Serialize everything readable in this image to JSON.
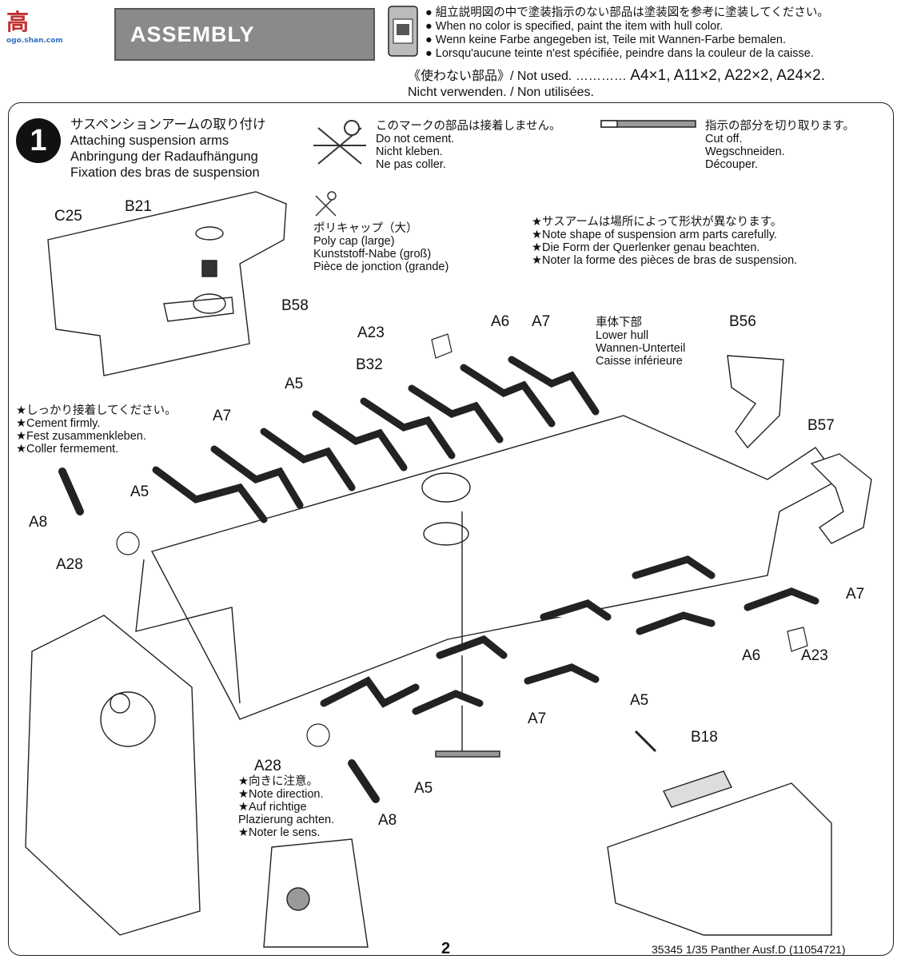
{
  "header": {
    "logo_text": "高",
    "logo_sub": "ogo.shan.com",
    "section_title": "ASSEMBLY",
    "paint_notes": [
      "組立説明図の中で塗装指示のない部品は塗装図を参考に塗装してください。",
      "When no color is specified, paint the item with hull color.",
      "Wenn keine Farbe angegeben ist, Teile mit Wannen-Farbe bemalen.",
      "Lorsqu'aucune teinte n'est spécifiée, peindre dans la couleur de la caisse."
    ],
    "unused_line1": "《使わない部品》/ Not used.",
    "unused_parts": "A4×1, A11×2, A22×2, A24×2.",
    "unused_line2": "Nicht verwenden. / Non utilisées."
  },
  "step": {
    "number": "1",
    "title_lines": [
      "サスペンションアームの取り付け",
      "Attaching suspension arms",
      "Anbringung der Radaufhängung",
      "Fixation des bras de suspension"
    ]
  },
  "legend": {
    "no_cement": [
      "このマークの部品は接着しません。",
      "Do not cement.",
      "Nicht kleben.",
      "Ne pas coller."
    ],
    "cut_off": [
      "指示の部分を切り取ります。",
      "Cut off.",
      "Wegschneiden.",
      "Découper."
    ]
  },
  "notes": {
    "poly_cap": [
      "ポリキャップ（大）",
      "Poly cap (large)",
      "Kunststoff-Nabe (groß)",
      "Pièce de jonction (grande)"
    ],
    "arm_shape": [
      "サスアームは場所によって形状が異なります。",
      "Note shape of suspension arm parts carefully.",
      "Die Form der Querlenker genau beachten.",
      "Noter la forme des pièces de bras de suspension."
    ],
    "lower_hull": [
      "車体下部",
      "Lower hull",
      "Wannen-Unterteil",
      "Caisse inférieure"
    ],
    "cement": [
      "しっかり接着してください。",
      "Cement firmly.",
      "Fest zusammenkleben.",
      "Coller fermement."
    ],
    "direction": [
      "向きに注意。",
      "Note direction.",
      "Auf richtige",
      "Plazierung  achten.",
      "Noter le sens."
    ]
  },
  "labels": {
    "c25": "C25",
    "b21": "B21",
    "b58": "B58",
    "a23": "A23",
    "a6": "A6",
    "a7": "A7",
    "b56": "B56",
    "b32": "B32",
    "a5": "A5",
    "b57": "B57",
    "a8": "A8",
    "a28": "A28",
    "b18": "B18"
  },
  "footer": {
    "page": "2",
    "code": "35345  1/35 Panther Ausf.D (11054721)"
  }
}
